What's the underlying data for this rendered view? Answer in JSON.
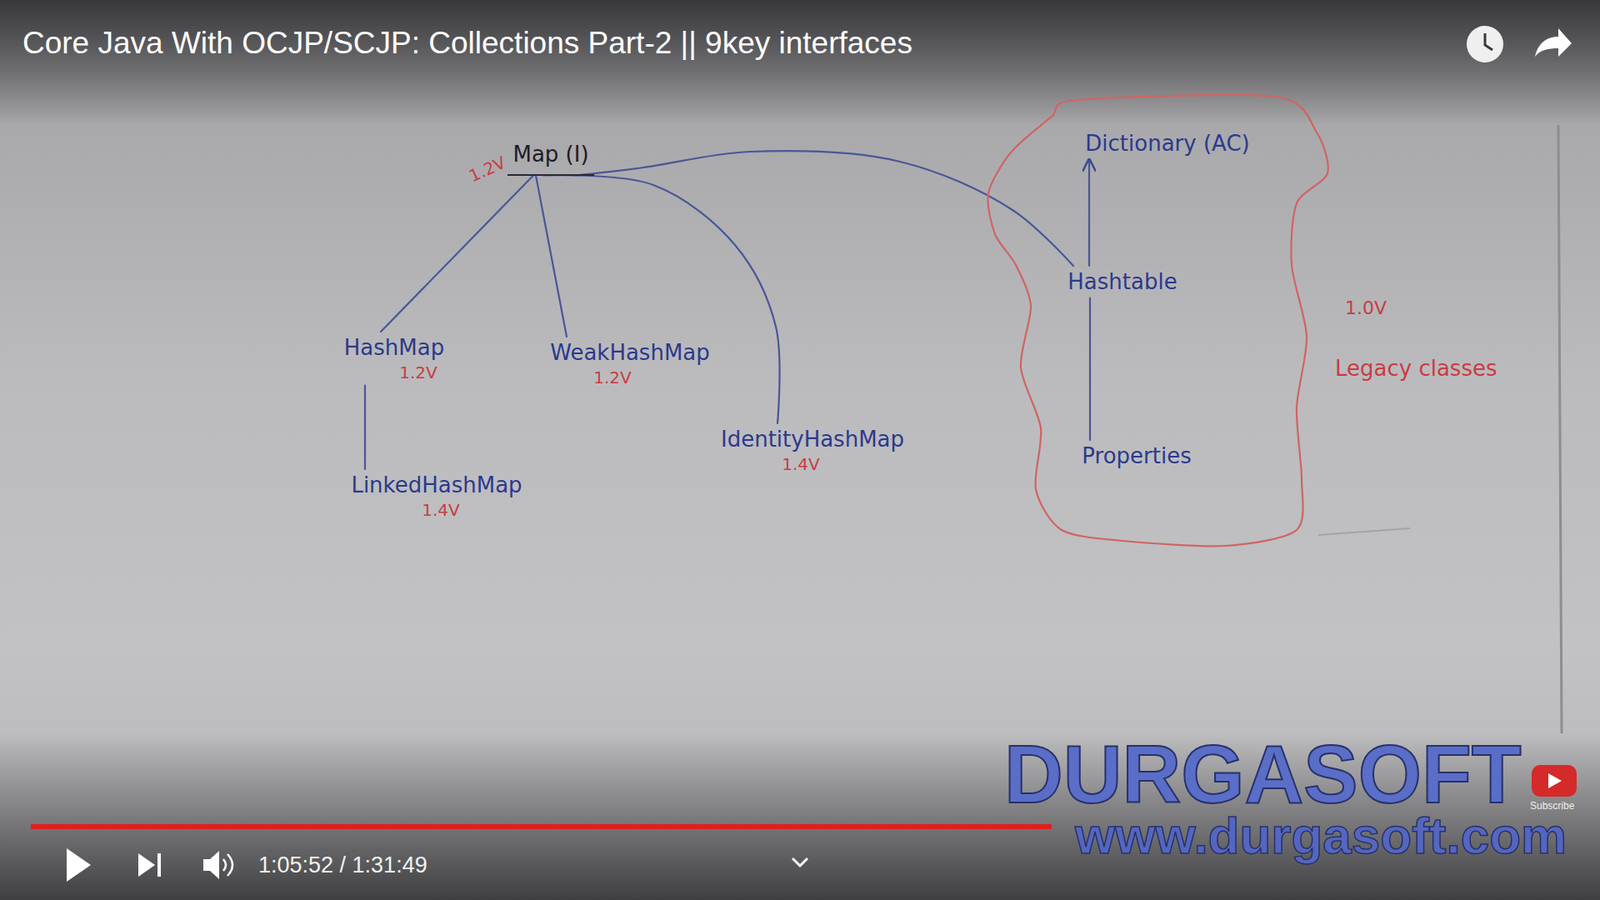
{
  "diagram": {
    "title": "Core Java With OCJP/SCJP: Collections Part-2 || 9key interfaces",
    "nodes": [
      {
        "text": [
          "Map (I)",
          "1.2V"
        ]
      },
      {
        "text": [
          "1.0V",
          "Legacy classes"
        ]
      },
      {
        "text": [
          "Dictionary (AC)"
        ],
        "in": 1
      },
      {
        "text": [
          "Hashtable"
        ],
        "in": 1
      },
      {
        "text": [
          "Properties"
        ],
        "in": 1
      },
      {
        "text": [
          "HashMap",
          "1.2V"
        ]
      },
      {
        "text": [
          "WeakHashMap",
          "1.2V"
        ]
      },
      {
        "text": [
          "IdentityHashMap",
          "1.4V"
        ]
      },
      {
        "text": [
          "LinkedHashMap",
          "1.4V"
        ]
      }
    ],
    "edges": [
      {
        "from": 5,
        "to": 0,
        "arrow": "none"
      },
      {
        "from": 6,
        "to": 0,
        "arrow": "none"
      },
      {
        "from": 7,
        "to": 0,
        "arrow": "none"
      },
      {
        "from": 3,
        "to": 0,
        "arrow": "none"
      },
      {
        "from": 3,
        "to": 2,
        "arrow": "to"
      },
      {
        "from": 4,
        "to": 3,
        "arrow": "none"
      },
      {
        "from": 8,
        "to": 5,
        "arrow": "none"
      }
    ],
    "labels": [
      "1:05:52 / 1:31:49",
      "DURGASOFT",
      "www.durgasoft.com",
      "Subscribe"
    ]
  }
}
